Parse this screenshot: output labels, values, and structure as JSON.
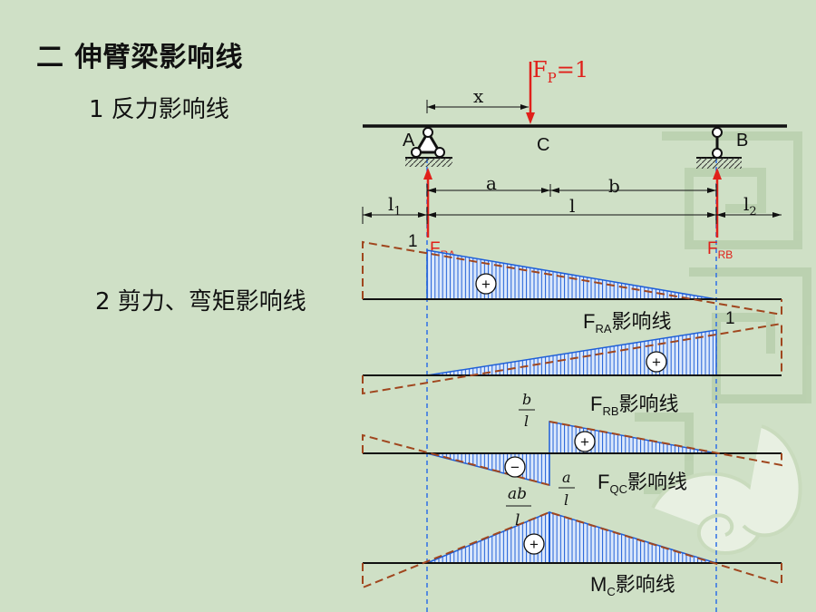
{
  "slide": {
    "title": "二  伸臂梁影响线",
    "subtitle_reaction": "1 反力影响线",
    "subtitle_shear_moment": "2 剪力、弯矩影响线"
  },
  "beam": {
    "load_label_main": "F",
    "load_label_sub": "P",
    "load_label_tail": "=1",
    "x_label": "x",
    "point_a": "A",
    "point_b": "B",
    "point_c": "C",
    "dim_a": "a",
    "dim_b": "b",
    "dim_l": "l",
    "dim_l1_main": "l",
    "dim_l1_sub": "1",
    "dim_l2_main": "l",
    "dim_l2_sub": "2",
    "reaction_a_main": "F",
    "reaction_a_sub": "RA",
    "reaction_b_main": "F",
    "reaction_b_sub": "RB"
  },
  "influence_lines": {
    "fra": {
      "name_main": "F",
      "name_sub": "RA",
      "name_tail": "影响线",
      "ordinate_left": "1",
      "sign": "+"
    },
    "frb": {
      "name_main": "F",
      "name_sub": "RB",
      "name_tail": "影响线",
      "ordinate_right": "1",
      "sign": "+"
    },
    "fqc": {
      "name_main": "F",
      "name_sub": "QC",
      "name_tail": "影响线",
      "ordinate_right_num": "b",
      "ordinate_right_den": "l",
      "ordinate_left_num": "a",
      "ordinate_left_den": "l",
      "sign_neg": "−",
      "sign_pos": "+"
    },
    "mc": {
      "name_main": "M",
      "name_sub": "C",
      "name_tail": "影响线",
      "ordinate_num": "ab",
      "ordinate_den": "l",
      "sign": "+"
    }
  },
  "colors": {
    "background": "#cfe0c6",
    "hatch_blue": "#1f5fd8",
    "fill_blue": "#dbe8fb",
    "dashed_brown": "#a0461e",
    "force_red": "#e0201a",
    "guide_blue": "#2f6fe6"
  }
}
